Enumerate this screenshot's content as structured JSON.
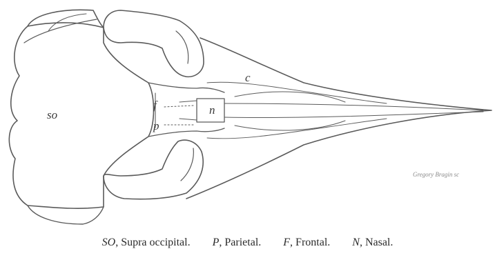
{
  "figure": {
    "labels": {
      "supra_occipital": "so",
      "frontal": "f",
      "parietal": "p",
      "nasal": "n",
      "letter_c": "c"
    },
    "signature": "Gregory Bragin sc",
    "caption": [
      {
        "abbr": "SO",
        "name": "Supra occipital."
      },
      {
        "abbr": "P",
        "name": "Parietal."
      },
      {
        "abbr": "F",
        "name": "Frontal."
      },
      {
        "abbr": "N",
        "name": "Nasal."
      }
    ]
  }
}
